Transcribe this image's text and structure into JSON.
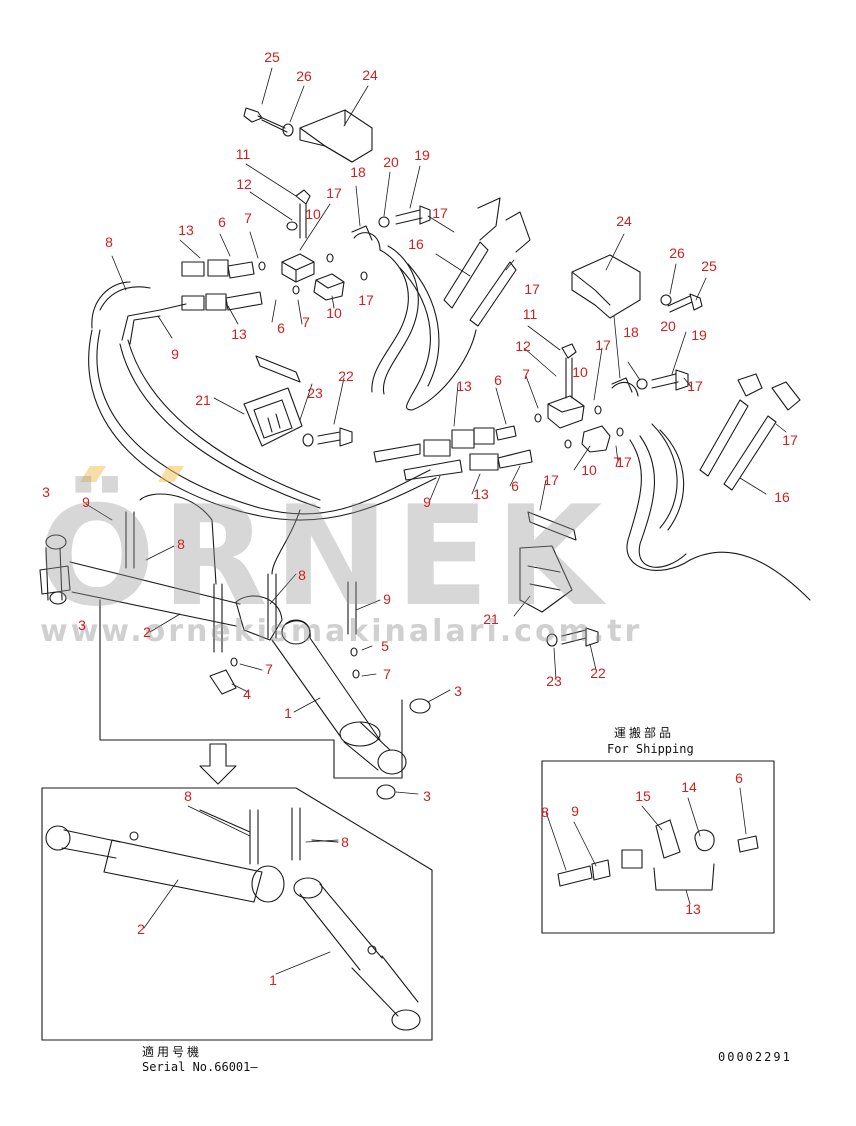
{
  "callouts": [
    {
      "id": "c25a",
      "text": "25"
    },
    {
      "id": "c26a",
      "text": "26"
    },
    {
      "id": "c24a",
      "text": "24"
    },
    {
      "id": "c11a",
      "text": "11"
    },
    {
      "id": "c12a",
      "text": "12"
    },
    {
      "id": "c10a",
      "text": "10"
    },
    {
      "id": "c17a",
      "text": "17"
    },
    {
      "id": "c18a",
      "text": "18"
    },
    {
      "id": "c20a",
      "text": "20"
    },
    {
      "id": "c19a",
      "text": "19"
    },
    {
      "id": "c17b",
      "text": "17"
    },
    {
      "id": "c8a",
      "text": "8"
    },
    {
      "id": "c13a",
      "text": "13"
    },
    {
      "id": "c6a",
      "text": "6"
    },
    {
      "id": "c7a",
      "text": "7"
    },
    {
      "id": "c16a",
      "text": "16"
    },
    {
      "id": "c17c",
      "text": "17"
    },
    {
      "id": "c24b",
      "text": "24"
    },
    {
      "id": "c26b",
      "text": "26"
    },
    {
      "id": "c25b",
      "text": "25"
    },
    {
      "id": "c13b",
      "text": "13"
    },
    {
      "id": "c6b",
      "text": "6"
    },
    {
      "id": "c7b",
      "text": "7"
    },
    {
      "id": "c10b",
      "text": "10"
    },
    {
      "id": "c17d",
      "text": "17"
    },
    {
      "id": "c9a",
      "text": "9"
    },
    {
      "id": "c11b",
      "text": "11"
    },
    {
      "id": "c18b",
      "text": "18"
    },
    {
      "id": "c20b",
      "text": "20"
    },
    {
      "id": "c12b",
      "text": "12"
    },
    {
      "id": "c10c",
      "text": "10"
    },
    {
      "id": "c17e",
      "text": "17"
    },
    {
      "id": "c19b",
      "text": "19"
    },
    {
      "id": "c17f",
      "text": "17"
    },
    {
      "id": "c23a",
      "text": "23"
    },
    {
      "id": "c22a",
      "text": "22"
    },
    {
      "id": "c21a",
      "text": "21"
    },
    {
      "id": "c13c",
      "text": "13"
    },
    {
      "id": "c6c",
      "text": "6"
    },
    {
      "id": "c7c",
      "text": "7"
    },
    {
      "id": "c17g",
      "text": "17"
    },
    {
      "id": "c17h",
      "text": "17"
    },
    {
      "id": "c10d",
      "text": "10"
    },
    {
      "id": "c17i",
      "text": "17"
    },
    {
      "id": "c9b",
      "text": "9"
    },
    {
      "id": "c13d",
      "text": "13"
    },
    {
      "id": "c6d",
      "text": "6"
    },
    {
      "id": "c7d",
      "text": "7"
    },
    {
      "id": "c16b",
      "text": "16"
    },
    {
      "id": "c3a",
      "text": "3"
    },
    {
      "id": "c9c",
      "text": "9"
    },
    {
      "id": "c8b",
      "text": "8"
    },
    {
      "id": "c8c",
      "text": "8"
    },
    {
      "id": "c9d",
      "text": "9"
    },
    {
      "id": "c3b",
      "text": "3"
    },
    {
      "id": "c2a",
      "text": "2"
    },
    {
      "id": "c5a",
      "text": "5"
    },
    {
      "id": "c7e",
      "text": "7"
    },
    {
      "id": "c7f",
      "text": "7"
    },
    {
      "id": "c21b",
      "text": "21"
    },
    {
      "id": "c4a",
      "text": "4"
    },
    {
      "id": "c3c",
      "text": "3"
    },
    {
      "id": "c1a",
      "text": "1"
    },
    {
      "id": "c23b",
      "text": "23"
    },
    {
      "id": "c22b",
      "text": "22"
    },
    {
      "id": "c3d",
      "text": "3"
    },
    {
      "id": "c8d",
      "text": "8"
    },
    {
      "id": "c8e",
      "text": "8"
    },
    {
      "id": "c2b",
      "text": "2"
    },
    {
      "id": "c1b",
      "text": "1"
    },
    {
      "id": "c8f",
      "text": "8"
    },
    {
      "id": "c9e",
      "text": "9"
    },
    {
      "id": "c15a",
      "text": "15"
    },
    {
      "id": "c14a",
      "text": "14"
    },
    {
      "id": "c6e",
      "text": "6"
    },
    {
      "id": "c13e",
      "text": "13"
    }
  ],
  "shipping": {
    "jp": "運搬部品",
    "en": "For Shipping"
  },
  "serial": {
    "jp": "適用号機",
    "en": "Serial No.66001—"
  },
  "drawing_number": "00002291",
  "watermark": {
    "brand": "ÖRNEK",
    "url": "www.ornekismakinalari.com.tr"
  },
  "colors": {
    "callout": "#cc2222",
    "line": "#1a1a1a",
    "watermark": "#969696",
    "watermark_dots": "#f3c35a"
  }
}
